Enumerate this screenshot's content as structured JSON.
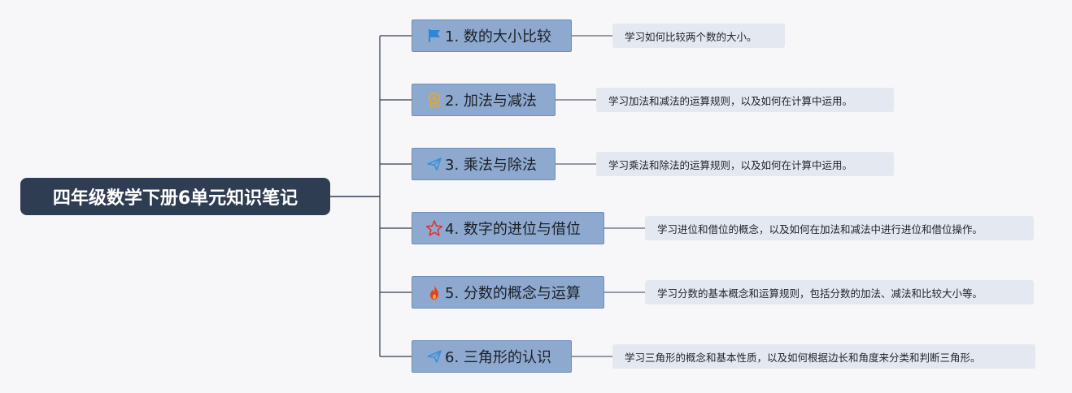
{
  "root": {
    "title": "四年级数学下册6单元知识笔记"
  },
  "topics": [
    {
      "label": "1. 数的大小比较",
      "icon": "flag-icon",
      "icon_color": "#2e86d6",
      "note": "学习如何比较两个数的大小。"
    },
    {
      "label": "2. 加法与减法",
      "icon": "award-icon",
      "icon_color": "#e0a92b",
      "note": "学习加法和减法的运算规则，以及如何在计算中运用。"
    },
    {
      "label": "3. 乘法与除法",
      "icon": "paper-plane-icon",
      "icon_color": "#3a8fd8",
      "note": "学习乘法和除法的运算规则，以及如何在计算中运用。"
    },
    {
      "label": "4. 数字的进位与借位",
      "icon": "star-icon",
      "icon_color": "#e03131",
      "note": "学习进位和借位的概念，以及如何在加法和减法中进行进位和借位操作。"
    },
    {
      "label": "5. 分数的概念与运算",
      "icon": "fire-icon",
      "icon_color": "#e8401c",
      "note": "学习分数的基本概念和运算规则，包括分数的加法、减法和比较大小等。"
    },
    {
      "label": "6. 三角形的认识",
      "icon": "paper-plane-icon",
      "icon_color": "#3a8fd8",
      "note": "学习三角形的概念和基本性质，以及如何根据边长和角度来分类和判断三角形。"
    }
  ],
  "colors": {
    "root_bg": "#2f3d52",
    "topic_bg": "#8ea9cf",
    "note_bg": "#e4e8f0",
    "connector": "#2f3d52"
  }
}
